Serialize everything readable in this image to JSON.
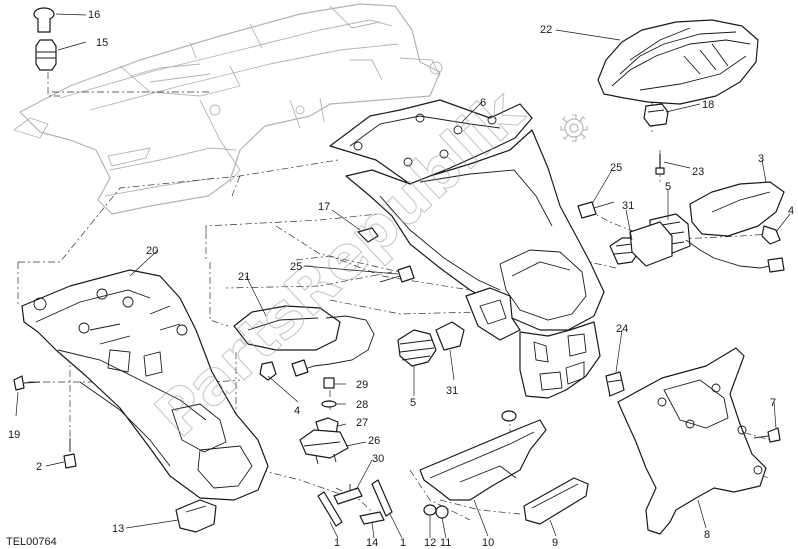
{
  "drawing_code": "TEL00764",
  "watermark": "PartsRepublik",
  "callouts": [
    {
      "id": "c16",
      "label": "16"
    },
    {
      "id": "c15",
      "label": "15"
    },
    {
      "id": "c22",
      "label": "22"
    },
    {
      "id": "c6",
      "label": "6"
    },
    {
      "id": "c18",
      "label": "18"
    },
    {
      "id": "c25a",
      "label": "25"
    },
    {
      "id": "c23",
      "label": "23"
    },
    {
      "id": "c3",
      "label": "3"
    },
    {
      "id": "c5a",
      "label": "5"
    },
    {
      "id": "c31a",
      "label": "31"
    },
    {
      "id": "c4a",
      "label": "4"
    },
    {
      "id": "c17",
      "label": "17"
    },
    {
      "id": "c20",
      "label": "20"
    },
    {
      "id": "c21",
      "label": "21"
    },
    {
      "id": "c25b",
      "label": "25"
    },
    {
      "id": "c24",
      "label": "24"
    },
    {
      "id": "c19",
      "label": "19"
    },
    {
      "id": "c29",
      "label": "29"
    },
    {
      "id": "c28",
      "label": "28"
    },
    {
      "id": "c4b",
      "label": "4"
    },
    {
      "id": "c27",
      "label": "27"
    },
    {
      "id": "c5b",
      "label": "5"
    },
    {
      "id": "c31b",
      "label": "31"
    },
    {
      "id": "c7",
      "label": "7"
    },
    {
      "id": "c26",
      "label": "26"
    },
    {
      "id": "c2",
      "label": "2"
    },
    {
      "id": "c30",
      "label": "30"
    },
    {
      "id": "c13",
      "label": "13"
    },
    {
      "id": "c1a",
      "label": "1"
    },
    {
      "id": "c14",
      "label": "14"
    },
    {
      "id": "c1b",
      "label": "1"
    },
    {
      "id": "c12",
      "label": "12"
    },
    {
      "id": "c11",
      "label": "11"
    },
    {
      "id": "c10",
      "label": "10"
    },
    {
      "id": "c9",
      "label": "9"
    },
    {
      "id": "c8",
      "label": "8"
    }
  ]
}
